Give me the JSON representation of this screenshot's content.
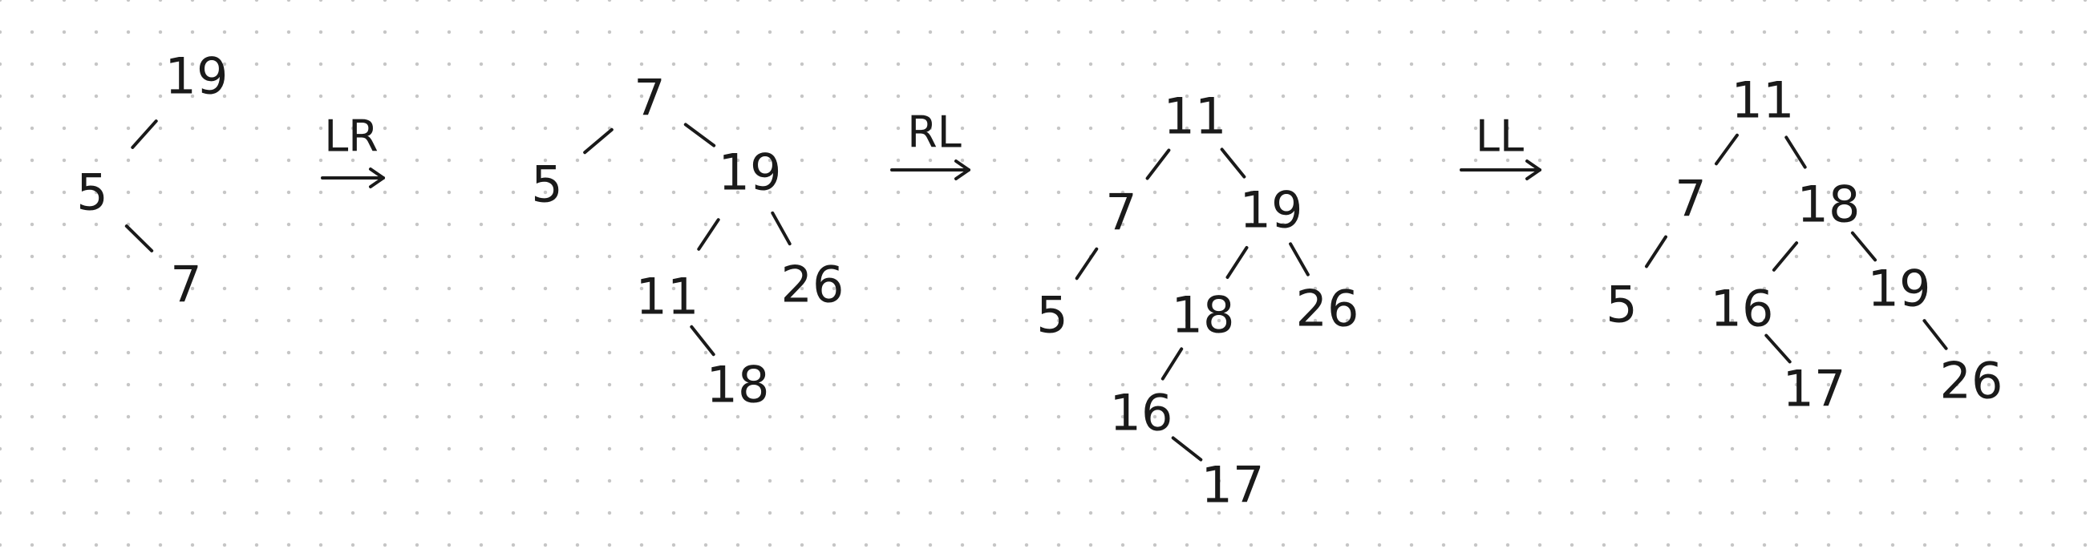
{
  "trees": [
    {
      "nodes": [
        {
          "id": "t0n19",
          "label": "19"
        },
        {
          "id": "t0n5",
          "label": "5"
        },
        {
          "id": "t0n7",
          "label": "7"
        }
      ],
      "edges": [
        [
          "t0n19",
          "t0n5"
        ],
        [
          "t0n5",
          "t0n7"
        ]
      ]
    },
    {
      "nodes": [
        {
          "id": "t1n7",
          "label": "7"
        },
        {
          "id": "t1n5",
          "label": "5"
        },
        {
          "id": "t1n19",
          "label": "19"
        },
        {
          "id": "t1n11",
          "label": "11"
        },
        {
          "id": "t1n26",
          "label": "26"
        },
        {
          "id": "t1n18",
          "label": "18"
        }
      ],
      "edges": [
        [
          "t1n7",
          "t1n5"
        ],
        [
          "t1n7",
          "t1n19"
        ],
        [
          "t1n19",
          "t1n11"
        ],
        [
          "t1n19",
          "t1n26"
        ],
        [
          "t1n11",
          "t1n18"
        ]
      ]
    },
    {
      "nodes": [
        {
          "id": "t2n11",
          "label": "11"
        },
        {
          "id": "t2n7",
          "label": "7"
        },
        {
          "id": "t2n19",
          "label": "19"
        },
        {
          "id": "t2n5",
          "label": "5"
        },
        {
          "id": "t2n18",
          "label": "18"
        },
        {
          "id": "t2n26",
          "label": "26"
        },
        {
          "id": "t2n16",
          "label": "16"
        },
        {
          "id": "t2n17",
          "label": "17"
        }
      ],
      "edges": [
        [
          "t2n11",
          "t2n7"
        ],
        [
          "t2n11",
          "t2n19"
        ],
        [
          "t2n7",
          "t2n5"
        ],
        [
          "t2n19",
          "t2n18"
        ],
        [
          "t2n19",
          "t2n26"
        ],
        [
          "t2n18",
          "t2n16"
        ],
        [
          "t2n16",
          "t2n17"
        ]
      ]
    },
    {
      "nodes": [
        {
          "id": "t3n11",
          "label": "11"
        },
        {
          "id": "t3n7",
          "label": "7"
        },
        {
          "id": "t3n18",
          "label": "18"
        },
        {
          "id": "t3n5",
          "label": "5"
        },
        {
          "id": "t3n16",
          "label": "16"
        },
        {
          "id": "t3n19",
          "label": "19"
        },
        {
          "id": "t3n17",
          "label": "17"
        },
        {
          "id": "t3n26",
          "label": "26"
        }
      ],
      "edges": [
        [
          "t3n11",
          "t3n7"
        ],
        [
          "t3n11",
          "t3n18"
        ],
        [
          "t3n7",
          "t3n5"
        ],
        [
          "t3n18",
          "t3n16"
        ],
        [
          "t3n18",
          "t3n19"
        ],
        [
          "t3n16",
          "t3n17"
        ],
        [
          "t3n19",
          "t3n26"
        ]
      ]
    }
  ],
  "rotations": [
    {
      "label": "LR"
    },
    {
      "label": "RL"
    },
    {
      "label": "LL"
    }
  ],
  "colors": {
    "ink": "#1a1a1a",
    "grid_dot": "#c6c6c6",
    "background": "#ffffff"
  }
}
